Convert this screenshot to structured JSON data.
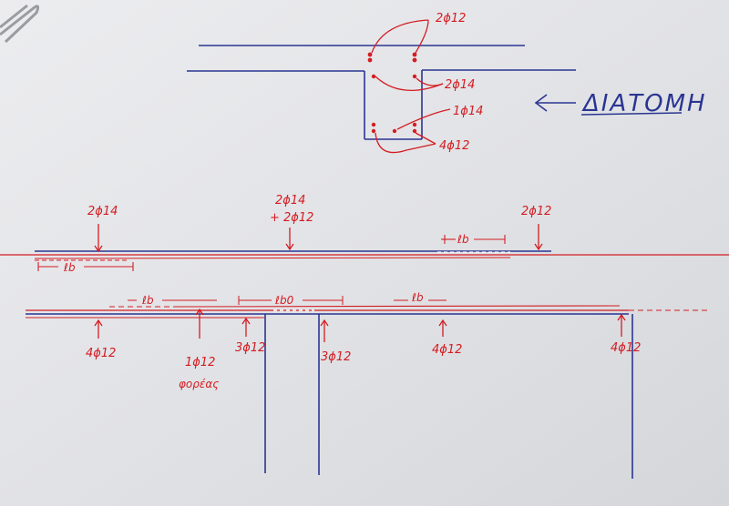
{
  "section": {
    "title": "ΔΙΑΤΟΜΗ",
    "labels": {
      "top_bars": "2ϕ12",
      "side_bars": "2ϕ14",
      "bottom_middle_bar": "1ϕ14",
      "bottom_bars": "4ϕ12"
    }
  },
  "elevation": {
    "top_labels": {
      "left": "2ϕ14",
      "middle_line1": "2ϕ14",
      "middle_line2": "+ 2ϕ12",
      "right": "2ϕ12"
    },
    "lengths": {
      "lb_left": "ℓb",
      "lb_right": "ℓb",
      "lb_bottom_left": "ℓb",
      "lb0": "ℓb0",
      "lb_bottom_right": "ℓb"
    },
    "bottom_labels": {
      "first": "4ϕ12",
      "second": "1ϕ12",
      "second_note": "φορέας",
      "third": "3ϕ12",
      "fourth": "3ϕ12",
      "fifth": "4ϕ12",
      "sixth": "4ϕ12"
    }
  },
  "colors": {
    "paper": "#e9eaec",
    "blue_ink": "#1f2c8f",
    "red_ink": "#d31d22"
  }
}
